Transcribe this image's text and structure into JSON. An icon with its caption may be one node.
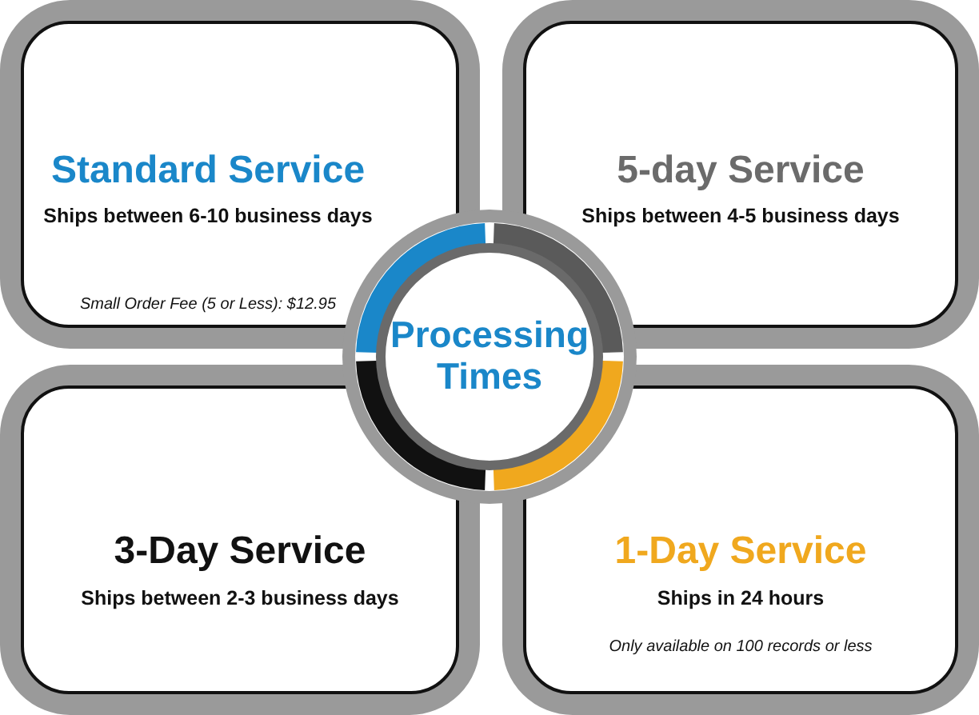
{
  "diagram": {
    "nodes": [
      {
        "text": [
          "Standard Service",
          "Ships between 6-10 business days",
          "Small Order Fee (5 or Less): $12.95"
        ]
      },
      {
        "text": [
          "5-day Service",
          "Ships between 4-5 business days"
        ]
      },
      {
        "text": [
          "Processing Times"
        ]
      },
      {
        "text": [
          "3-Day Service",
          "Ships between 2-3 business days"
        ]
      },
      {
        "text": [
          "1-Day Service",
          "Ships in 24 hours",
          "Only available on 100 records or less"
        ]
      }
    ],
    "edges": []
  }
}
